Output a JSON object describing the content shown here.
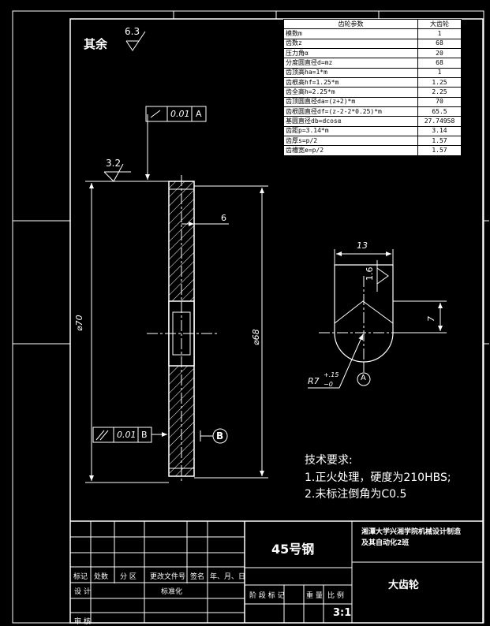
{
  "header": {
    "rest_roughness_label": "其余",
    "rest_roughness_value": "6.3",
    "face_roughness_value": "3.2",
    "bore_roughness_value": "1.6"
  },
  "tolerances": {
    "top": {
      "value": "0.01",
      "datum": "A"
    },
    "bottom": {
      "value": "0.01",
      "datum": "B"
    }
  },
  "datums": {
    "a": "A",
    "b": "B"
  },
  "dimensions": {
    "thickness": "6",
    "outer_diameter": "⌀70",
    "inner_diameter": "⌀68",
    "keyway_width": "13",
    "keyway_height": "7",
    "radius": "R7",
    "radius_tol_upper": "+.15",
    "radius_tol_lower": "−0"
  },
  "parameter_table": {
    "headers": [
      "齿轮参数",
      "大齿轮"
    ],
    "rows": [
      {
        "name": "模数m",
        "value": "1"
      },
      {
        "name": "齿数z",
        "value": "68"
      },
      {
        "name": "压力角α",
        "value": "20"
      },
      {
        "name": "分度圆直径d=mz",
        "value": "68"
      },
      {
        "name": "齿顶高ha=1*m",
        "value": "1"
      },
      {
        "name": "齿根高hf=1.25*m",
        "value": "1.25"
      },
      {
        "name": "齿全高h=2.25*m",
        "value": "2.25"
      },
      {
        "name": "齿顶圆直径da=(z+2)*m",
        "value": "70"
      },
      {
        "name": "齿根圆直径df=(z-2-2*0.25)*m",
        "value": "65.5"
      },
      {
        "name": "基圆直径db=dcosα",
        "value": "27.74958"
      },
      {
        "name": "齿距p=3.14*m",
        "value": "3.14"
      },
      {
        "name": "齿厚s=p/2",
        "value": "1.57"
      },
      {
        "name": "齿槽宽e=p/2",
        "value": "1.57"
      }
    ]
  },
  "tech_requirements": {
    "title": "技术要求:",
    "items": [
      "1.正火处理，硬度为210HBS;",
      "2.未标注倒角为C0.5"
    ]
  },
  "title_block": {
    "material": "45号钢",
    "school": "湘潭大学兴湘学院机械设计制造及其自动化2班",
    "part_name": "大齿轮",
    "scale": "3:1",
    "row1_labels": [
      "标记",
      "处数",
      "分 区",
      "更改文件号",
      "签名",
      "年、月、日"
    ],
    "design_label": "设 计",
    "standard_label": "标准化",
    "review_label": "审 核",
    "stage_labels": [
      "阶 段 标 记",
      "重 量",
      "比 例"
    ]
  },
  "colors": {
    "background": "#000000",
    "line": "#ffffff",
    "table_bg": "#ffffff"
  }
}
